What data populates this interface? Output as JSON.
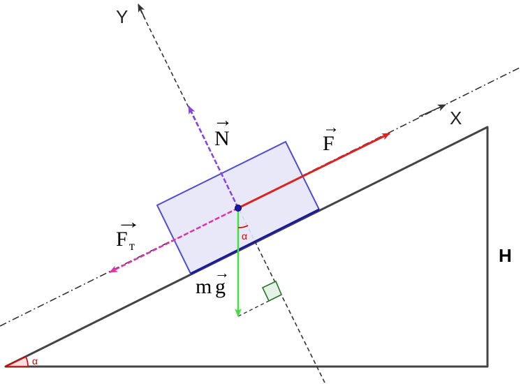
{
  "labels": {
    "axis_y": "Y",
    "axis_x": "X",
    "normal_force": "N",
    "applied_force": "F",
    "friction_force": "F",
    "friction_subscript": "т",
    "gravity_mass": "m",
    "gravity_g": "g",
    "height": "H",
    "angle_incline": "α",
    "angle_at_block": "α",
    "vector_arrow": "→"
  },
  "colors": {
    "incline": "#444444",
    "block_fill": "#e6e6f8",
    "block_edge": "#4d4dd6",
    "block_base": "#1a1aa0",
    "applied_force": "#dd2222",
    "normal_force": "#8844dd",
    "friction_force": "#dd33aa",
    "gravity": "#44dd44",
    "right_angle": "#227722",
    "angle_mark": "#dd0000",
    "axes": "#333333"
  }
}
